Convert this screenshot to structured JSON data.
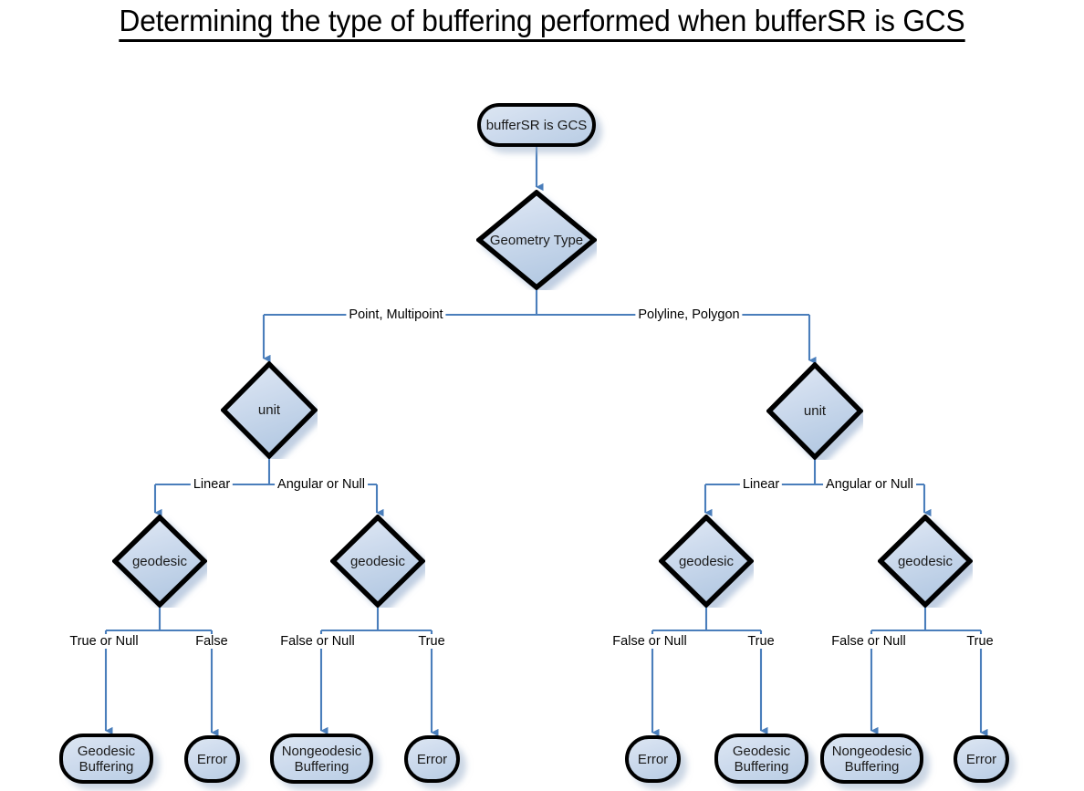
{
  "page": {
    "title": "Determining the type of buffering performed when bufferSR is GCS",
    "background": "#ffffff"
  },
  "palette": {
    "node_border": "#000000",
    "node_fill_top": "#dce6f2",
    "node_fill_bottom": "#b9cde4",
    "connector": "#4a7ebb",
    "label_text": "#000000",
    "shadow": "#c9d6e8"
  },
  "chart_data": {
    "type": "diagram",
    "title": "Determining the type of buffering performed when bufferSR is GCS",
    "nodes": [
      {
        "id": "start",
        "label": "bufferSR is GCS",
        "shape": "terminal"
      },
      {
        "id": "geomtype",
        "label": "Geometry Type",
        "shape": "decision"
      },
      {
        "id": "unitL",
        "label": "unit",
        "shape": "decision"
      },
      {
        "id": "unitR",
        "label": "unit",
        "shape": "decision"
      },
      {
        "id": "geoA",
        "label": "geodesic",
        "shape": "decision"
      },
      {
        "id": "geoB",
        "label": "geodesic",
        "shape": "decision"
      },
      {
        "id": "geoC",
        "label": "geodesic",
        "shape": "decision"
      },
      {
        "id": "geoD",
        "label": "geodesic",
        "shape": "decision"
      },
      {
        "id": "t1",
        "label": "Geodesic Buffering",
        "shape": "terminal"
      },
      {
        "id": "t2",
        "label": "Error",
        "shape": "terminal"
      },
      {
        "id": "t3",
        "label": "Nongeodesic Buffering",
        "shape": "terminal"
      },
      {
        "id": "t4",
        "label": "Error",
        "shape": "terminal"
      },
      {
        "id": "t5",
        "label": "Error",
        "shape": "terminal"
      },
      {
        "id": "t6",
        "label": "Geodesic Buffering",
        "shape": "terminal"
      },
      {
        "id": "t7",
        "label": "Nongeodesic Buffering",
        "shape": "terminal"
      },
      {
        "id": "t8",
        "label": "Error",
        "shape": "terminal"
      }
    ],
    "edges": [
      {
        "from": "start",
        "to": "geomtype",
        "label": ""
      },
      {
        "from": "geomtype",
        "to": "unitL",
        "label": "Point, Multipoint"
      },
      {
        "from": "geomtype",
        "to": "unitR",
        "label": "Polyline, Polygon"
      },
      {
        "from": "unitL",
        "to": "geoA",
        "label": "Linear"
      },
      {
        "from": "unitL",
        "to": "geoB",
        "label": "Angular or Null"
      },
      {
        "from": "unitR",
        "to": "geoC",
        "label": "Linear"
      },
      {
        "from": "unitR",
        "to": "geoD",
        "label": "Angular or Null"
      },
      {
        "from": "geoA",
        "to": "t1",
        "label": "True or Null"
      },
      {
        "from": "geoA",
        "to": "t2",
        "label": "False"
      },
      {
        "from": "geoB",
        "to": "t3",
        "label": "False or Null"
      },
      {
        "from": "geoB",
        "to": "t4",
        "label": "True"
      },
      {
        "from": "geoC",
        "to": "t5",
        "label": "False or Null"
      },
      {
        "from": "geoC",
        "to": "t6",
        "label": "True"
      },
      {
        "from": "geoD",
        "to": "t7",
        "label": "False or Null"
      },
      {
        "from": "geoD",
        "to": "t8",
        "label": "True"
      }
    ]
  },
  "nodes": {
    "start": {
      "label": "bufferSR is GCS"
    },
    "geomtype": {
      "label": "Geometry Type"
    },
    "unitL": {
      "label": "unit"
    },
    "unitR": {
      "label": "unit"
    },
    "geoA": {
      "label": "geodesic"
    },
    "geoB": {
      "label": "geodesic"
    },
    "geoC": {
      "label": "geodesic"
    },
    "geoD": {
      "label": "geodesic"
    },
    "t1": {
      "label": "Geodesic Buffering"
    },
    "t2": {
      "label": "Error"
    },
    "t3": {
      "label": "Nongeodesic Buffering"
    },
    "t4": {
      "label": "Error"
    },
    "t5": {
      "label": "Error"
    },
    "t6": {
      "label": "Geodesic Buffering"
    },
    "t7": {
      "label": "Nongeodesic Buffering"
    },
    "t8": {
      "label": "Error"
    }
  },
  "edge_labels": {
    "point_multipoint": "Point, Multipoint",
    "polyline_polygon": "Polyline, Polygon",
    "linear_left": "Linear",
    "angular_or_null_left": "Angular or Null",
    "linear_right": "Linear",
    "angular_or_null_right": "Angular or Null",
    "a_true_or_null": "True or Null",
    "a_false": "False",
    "b_false_or_null": "False or Null",
    "b_true": "True",
    "c_false_or_null": "False or Null",
    "c_true": "True",
    "d_false_or_null": "False or Null",
    "d_true": "True"
  }
}
